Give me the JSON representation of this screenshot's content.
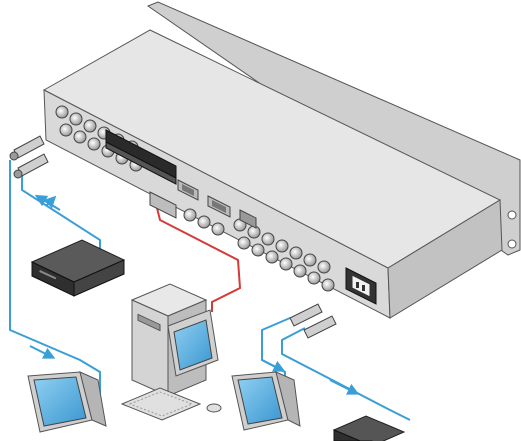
{
  "diagram": {
    "type": "hardware connection diagram",
    "text_labels": [],
    "colors": {
      "chassis_top": "#e4e4e4",
      "chassis_rear": "#d6d6d6",
      "chassis_side": "#c4c4c4",
      "outline": "#555555",
      "video_cable": "#3a9fd6",
      "serial_cable": "#d33a3a",
      "screen": "#5fb5e6",
      "device_dark": "#3c3c3c"
    },
    "components": [
      "matrix-switcher",
      "video-source-deck",
      "pc-workstation",
      "monitor-left",
      "monitor-center",
      "output-device-right"
    ]
  }
}
